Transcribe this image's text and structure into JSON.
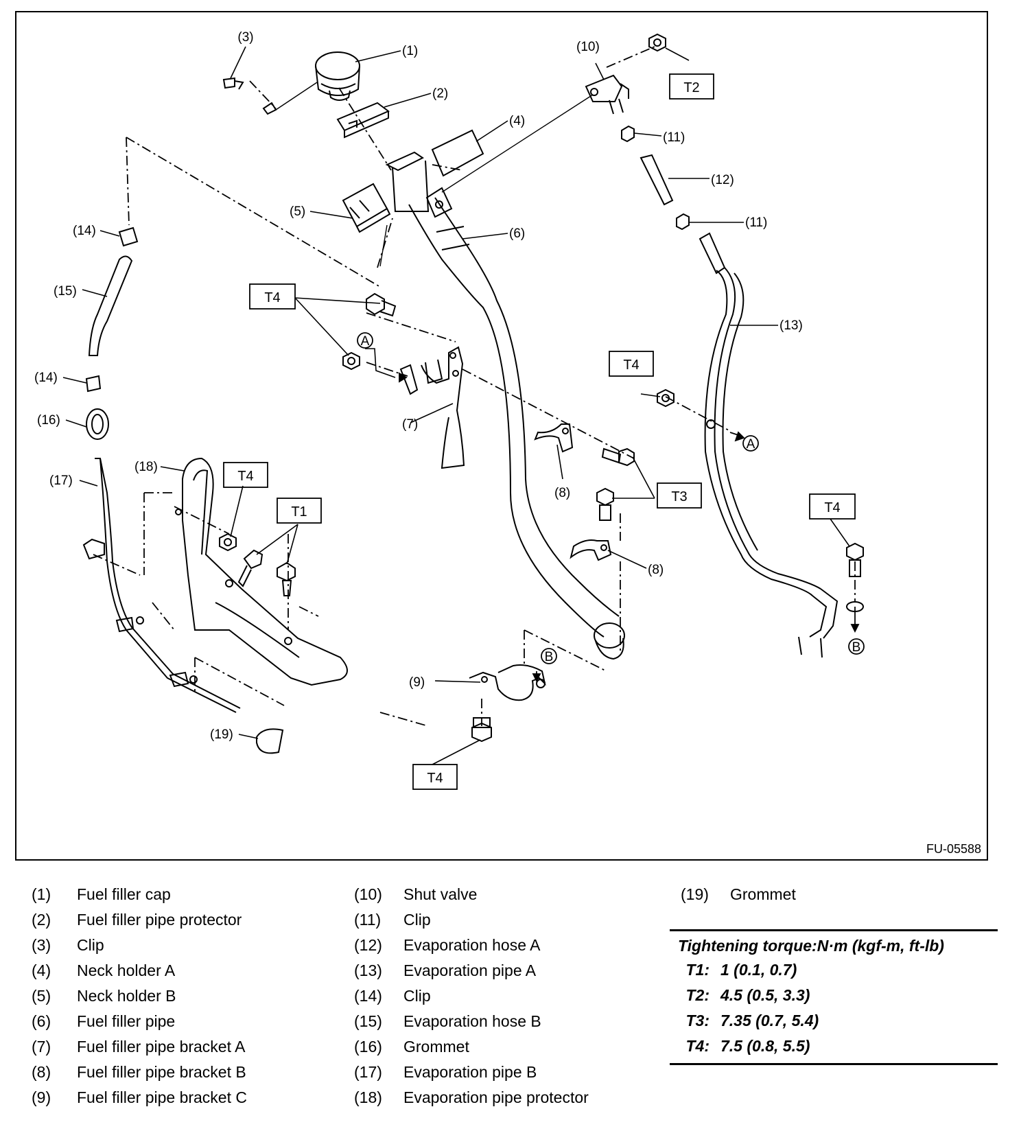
{
  "diagram": {
    "figure_code": "FU-05588",
    "callouts": [
      {
        "id": "c1",
        "text": "(1)"
      },
      {
        "id": "c2",
        "text": "(2)"
      },
      {
        "id": "c3",
        "text": "(3)"
      },
      {
        "id": "c4",
        "text": "(4)"
      },
      {
        "id": "c5",
        "text": "(5)"
      },
      {
        "id": "c6",
        "text": "(6)"
      },
      {
        "id": "c7",
        "text": "(7)"
      },
      {
        "id": "c8",
        "text": "(8)"
      },
      {
        "id": "c9",
        "text": "(9)"
      },
      {
        "id": "c10",
        "text": "(10)"
      },
      {
        "id": "c11",
        "text": "(11)"
      },
      {
        "id": "c12",
        "text": "(12)"
      },
      {
        "id": "c13",
        "text": "(13)"
      },
      {
        "id": "c14",
        "text": "(14)"
      },
      {
        "id": "c15",
        "text": "(15)"
      },
      {
        "id": "c16",
        "text": "(16)"
      },
      {
        "id": "c17",
        "text": "(17)"
      },
      {
        "id": "c18",
        "text": "(18)"
      },
      {
        "id": "c19",
        "text": "(19)"
      }
    ],
    "torque_tags": {
      "t1": "T1",
      "t2": "T2",
      "t3": "T3",
      "t4": "T4"
    },
    "connection_markers": {
      "a": "A",
      "b": "B"
    }
  },
  "legend": [
    {
      "num": "(1)",
      "name": "Fuel filler cap"
    },
    {
      "num": "(2)",
      "name": "Fuel filler pipe protector"
    },
    {
      "num": "(3)",
      "name": "Clip"
    },
    {
      "num": "(4)",
      "name": "Neck holder A"
    },
    {
      "num": "(5)",
      "name": "Neck holder B"
    },
    {
      "num": "(6)",
      "name": "Fuel filler pipe"
    },
    {
      "num": "(7)",
      "name": "Fuel filler pipe bracket A"
    },
    {
      "num": "(8)",
      "name": "Fuel filler pipe bracket B"
    },
    {
      "num": "(9)",
      "name": "Fuel filler pipe bracket C"
    },
    {
      "num": "(10)",
      "name": "Shut valve"
    },
    {
      "num": "(11)",
      "name": "Clip"
    },
    {
      "num": "(12)",
      "name": "Evaporation hose A"
    },
    {
      "num": "(13)",
      "name": "Evaporation pipe A"
    },
    {
      "num": "(14)",
      "name": "Clip"
    },
    {
      "num": "(15)",
      "name": "Evaporation hose B"
    },
    {
      "num": "(16)",
      "name": "Grommet"
    },
    {
      "num": "(17)",
      "name": "Evaporation pipe B"
    },
    {
      "num": "(18)",
      "name": "Evaporation pipe protector"
    },
    {
      "num": "(19)",
      "name": "Grommet"
    }
  ],
  "torque": {
    "title": "Tightening torque:N·m (kgf-m, ft-lb)",
    "rows": [
      {
        "id": "T1:",
        "value": "1 (0.1, 0.7)"
      },
      {
        "id": "T2:",
        "value": "4.5 (0.5, 3.3)"
      },
      {
        "id": "T3:",
        "value": "7.35 (0.7, 5.4)"
      },
      {
        "id": "T4:",
        "value": "7.5 (0.8, 5.5)"
      }
    ]
  }
}
